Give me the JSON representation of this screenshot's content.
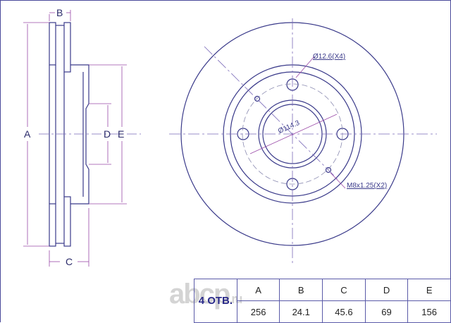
{
  "drawing": {
    "side_view_labels": {
      "A": "A",
      "B": "B",
      "C": "C",
      "D": "D",
      "E": "E"
    },
    "notes": {
      "bolt_holes": "Ø12.6(X4)",
      "pcd": "Ø114.3",
      "thread": "M8x1.25(X2)"
    }
  },
  "table": {
    "key_label": "4 ОТВ.",
    "headers": [
      "A",
      "B",
      "C",
      "D",
      "E"
    ],
    "values": [
      "256",
      "24.1",
      "45.6",
      "69",
      "156"
    ]
  },
  "watermark": {
    "text": "abcp",
    ".suffix": ".ru",
    "suffix": ".ru"
  },
  "colors": {
    "outline": "#3a3a8a",
    "dimension": "#9a4aa8",
    "center": "#7a6ab8"
  }
}
